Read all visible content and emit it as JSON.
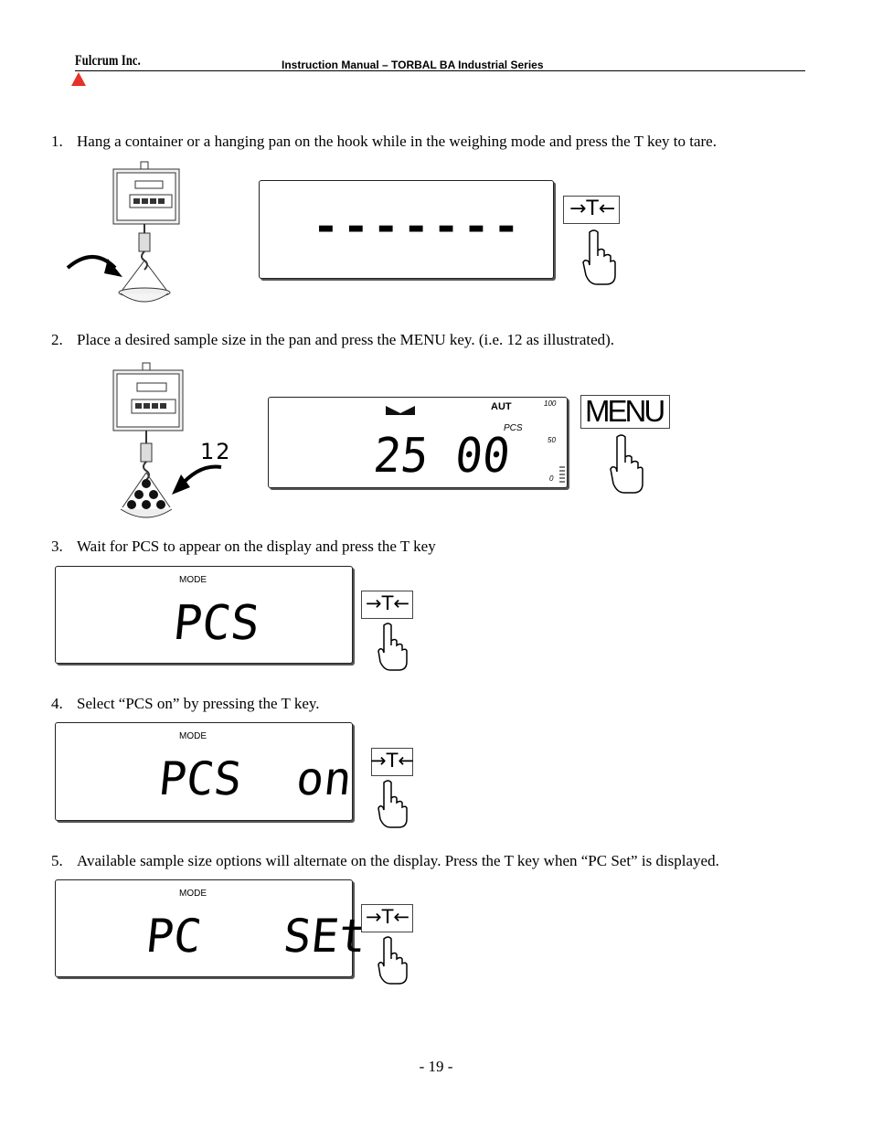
{
  "header": {
    "logo": "Fulcrum Inc.",
    "title": "Instruction Manual – TORBAL BA Industrial Series"
  },
  "steps": [
    {
      "num": "1.",
      "text": "Hang a container or a hanging pan on the hook while in the weighing mode and press the T key to tare."
    },
    {
      "num": "2.",
      "text": "Place a desired sample size in the pan and press the MENU key. (i.e. 12 as illustrated)."
    },
    {
      "num": "3.",
      "text": "Wait for PCS to appear on the display and press the T key"
    },
    {
      "num": "4.",
      "text": "Select “PCS on” by pressing the T key."
    },
    {
      "num": "5.",
      "text": "Available sample size options will alternate on the display. Press the T key when “PC Set” is displayed."
    }
  ],
  "figures": {
    "step1_display": "-------",
    "step2": {
      "sample_count": "12",
      "display": "25 00",
      "aut": "AUT",
      "pcs": "PCS",
      "scale_100": "100",
      "scale_50": "50",
      "scale_0": "0",
      "menu_key": "MENU"
    },
    "step3_display": "PCS",
    "step4_display": "PCS  on",
    "step5_display": "PC   SEt",
    "mode_label": "MODE",
    "tare_key": "→T←"
  },
  "footer": {
    "page": "- 19 -"
  }
}
